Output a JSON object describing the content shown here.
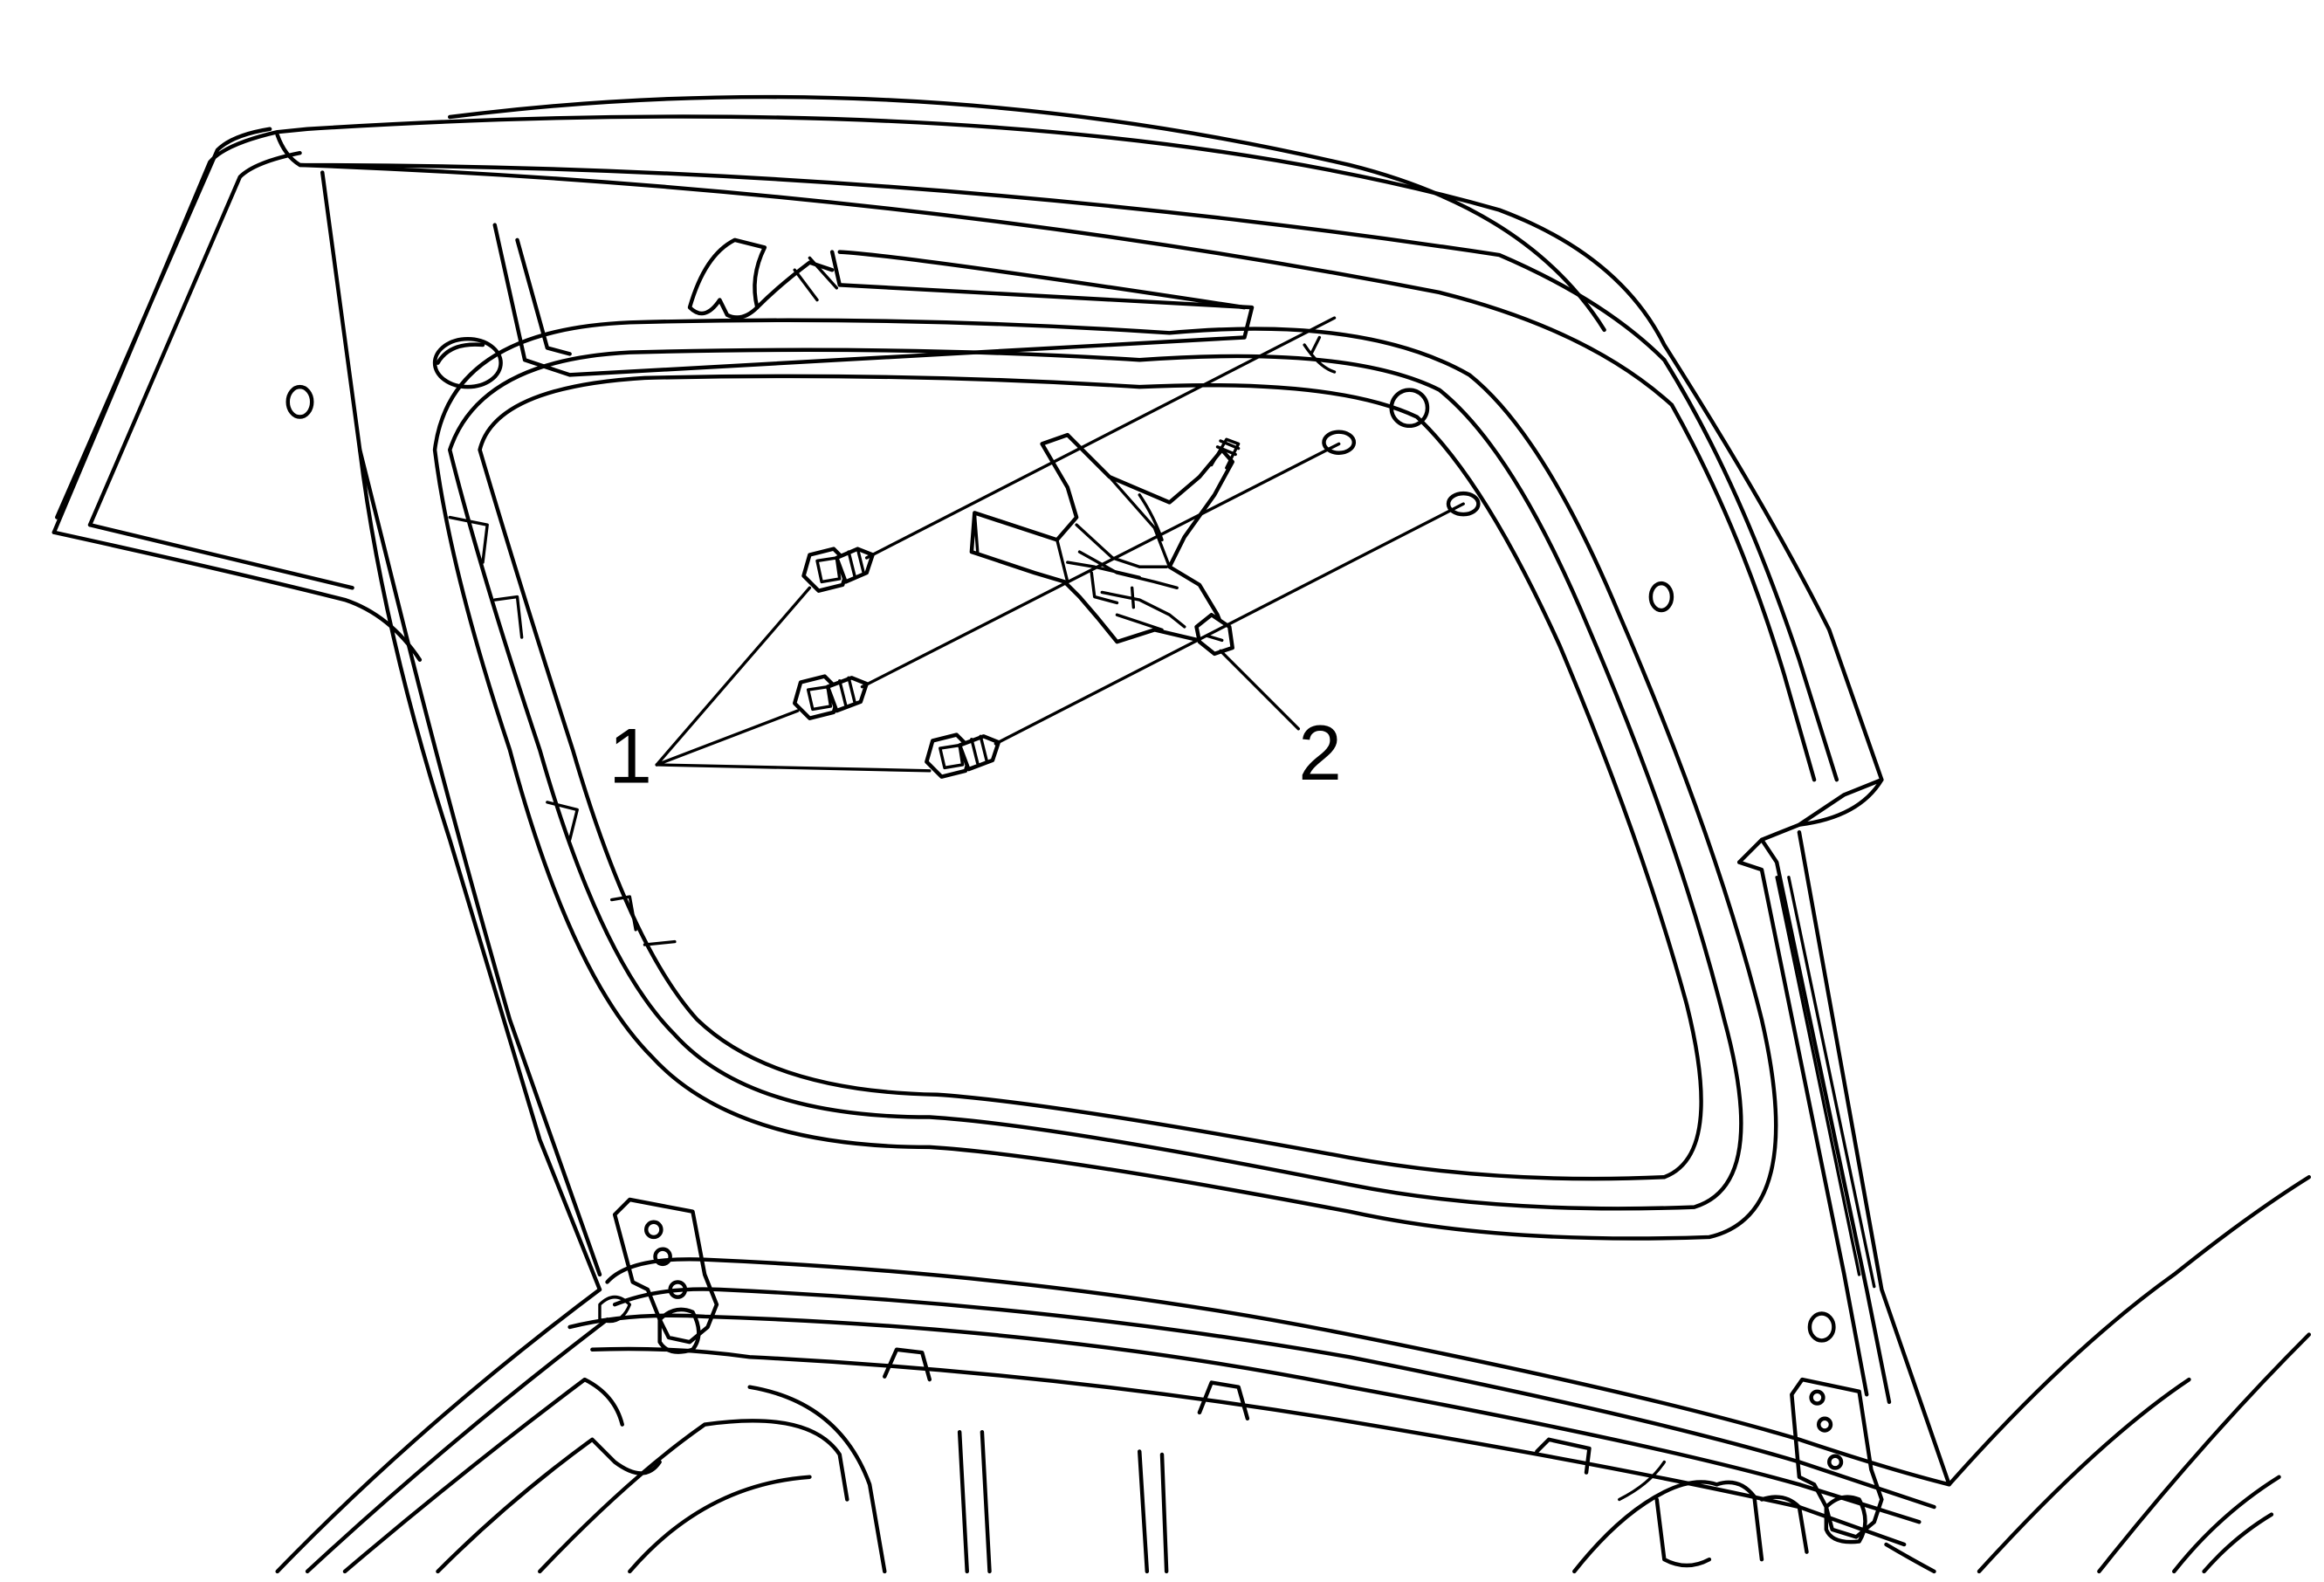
{
  "figure": {
    "callouts": [
      {
        "id": "1",
        "label": "1"
      },
      {
        "id": "2",
        "label": "2"
      }
    ]
  }
}
